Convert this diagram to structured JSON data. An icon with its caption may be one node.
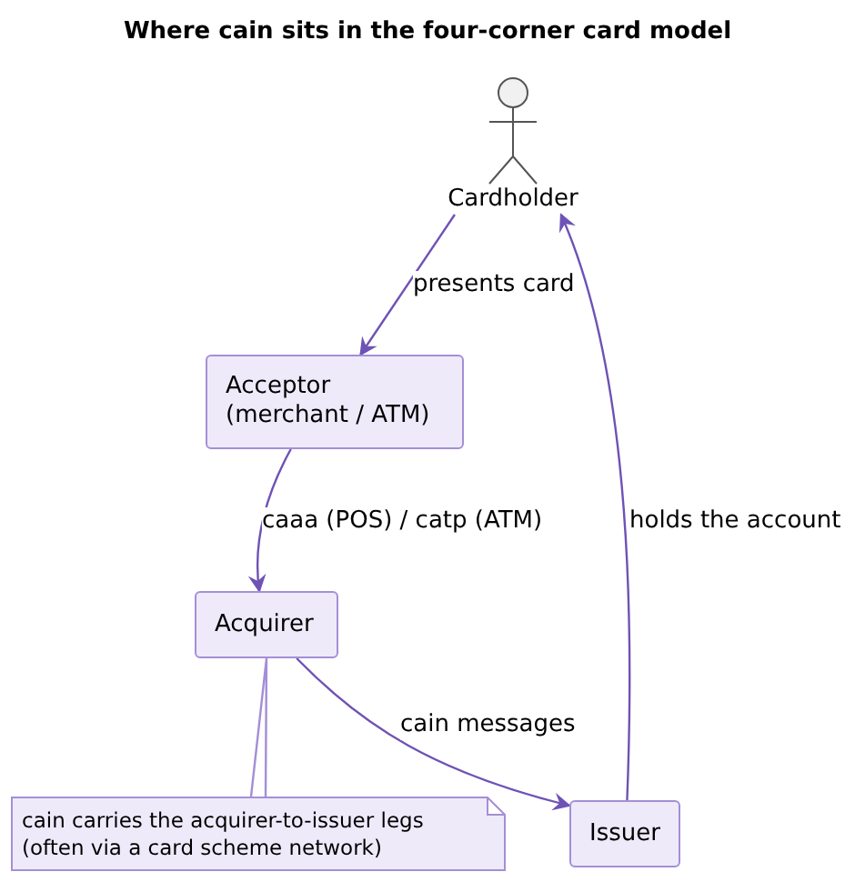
{
  "diagram": {
    "title": "Where cain sits in the four-corner card model",
    "nodes": [
      {
        "text": [
          "Cardholder"
        ]
      },
      {
        "text": [
          "Acceptor (merchant / ATM)"
        ]
      },
      {
        "text": [
          "Acquirer"
        ]
      },
      {
        "text": [
          "Issuer"
        ]
      },
      {
        "text": [
          "cain carries the acquirer-to-issuer legs (often via a card scheme network)"
        ]
      }
    ],
    "edges": [
      {
        "from": 0,
        "to": 1,
        "arrow": "to",
        "label": "presents card"
      },
      {
        "from": 1,
        "to": 2,
        "arrow": "to",
        "label": "caaa (POS) / catp (ATM)"
      },
      {
        "from": 2,
        "to": 3,
        "arrow": "to",
        "label": "cain messages"
      },
      {
        "from": 3,
        "to": 0,
        "arrow": "to",
        "label": "holds the account"
      },
      {
        "from": 4,
        "to": 2,
        "arrow": "none",
        "color": "#a48fd6"
      }
    ]
  }
}
